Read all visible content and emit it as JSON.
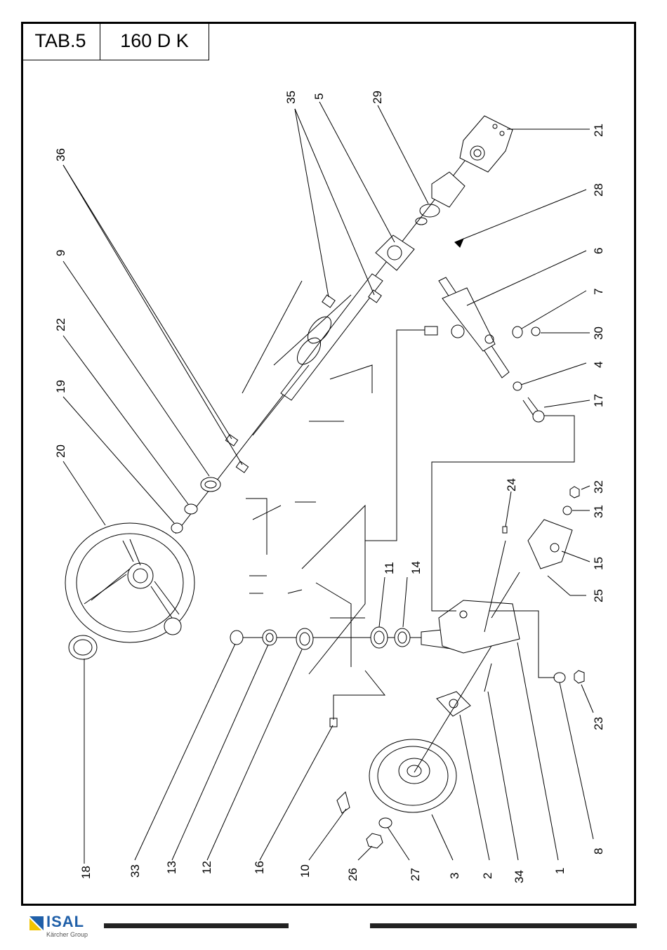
{
  "header": {
    "table": "TAB.5",
    "model": "160 D K"
  },
  "footer": {
    "brand": "ISAL",
    "sub_brand": "Kärcher Group"
  },
  "callouts": {
    "n35": "35",
    "n5": "5",
    "n29": "29",
    "n36": "36",
    "n21": "21",
    "n28": "28",
    "n6": "6",
    "n9": "9",
    "n7": "7",
    "n30": "30",
    "n22": "22",
    "n4": "4",
    "n19": "19",
    "n17": "17",
    "n20": "20",
    "n24": "24",
    "n32": "32",
    "n31": "31",
    "n15": "15",
    "n11": "11",
    "n14": "14",
    "n25": "25",
    "n23": "23",
    "n8": "8",
    "n18": "18",
    "n33": "33",
    "n13": "13",
    "n12": "12",
    "n16": "16",
    "n10": "10",
    "n26": "26",
    "n27": "27",
    "n3": "3",
    "n2": "2",
    "n34": "34",
    "n1": "1"
  },
  "colors": {
    "line": "#000000",
    "brand_blue": "#1f5fa8",
    "brand_yellow": "#f2c400"
  }
}
